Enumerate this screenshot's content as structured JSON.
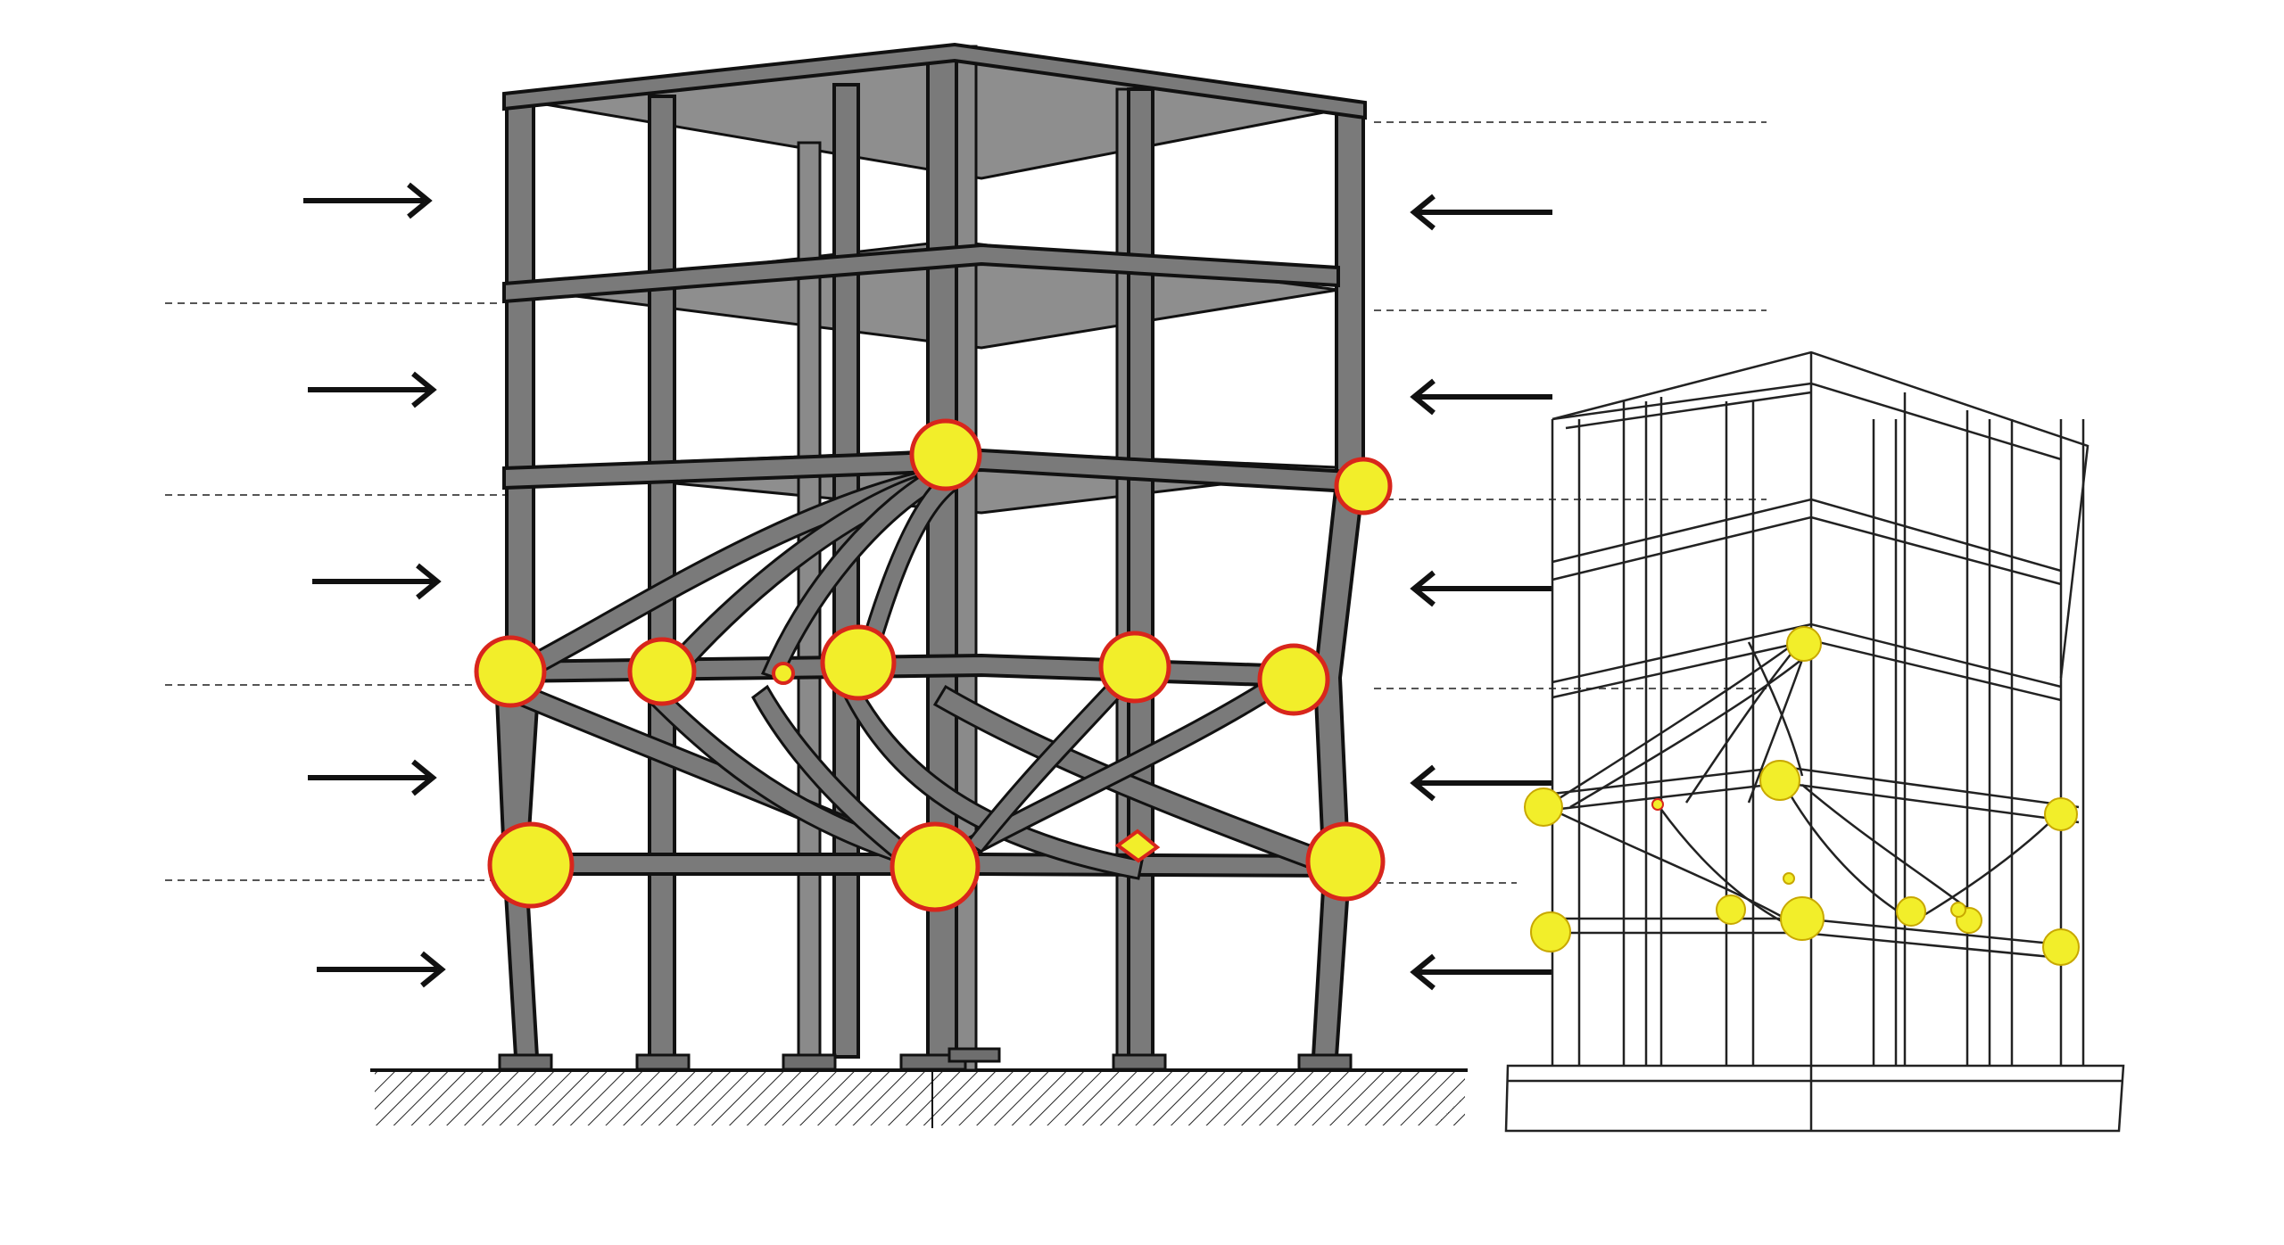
{
  "figure": {
    "description_text": "",
    "colors": {
      "frame_fill": "#7f7f7f",
      "frame_stroke": "#1a1a1a",
      "slab_fill": "#8c8c8c",
      "hinge_fill": "#f2ee2a",
      "hinge_stroke": "#d8261c",
      "arrow": "#111111",
      "guide_line": "#555555",
      "sketch_line": "#222222",
      "background": "#ffffff"
    },
    "left_frame": {
      "stories": 5,
      "bays_front": 5,
      "load_direction_left": "right",
      "load_direction_right": "left",
      "hinge_count": 12
    },
    "right_frame": {
      "stories": 5,
      "style": "line-sketch",
      "hinge_count": 13
    }
  }
}
